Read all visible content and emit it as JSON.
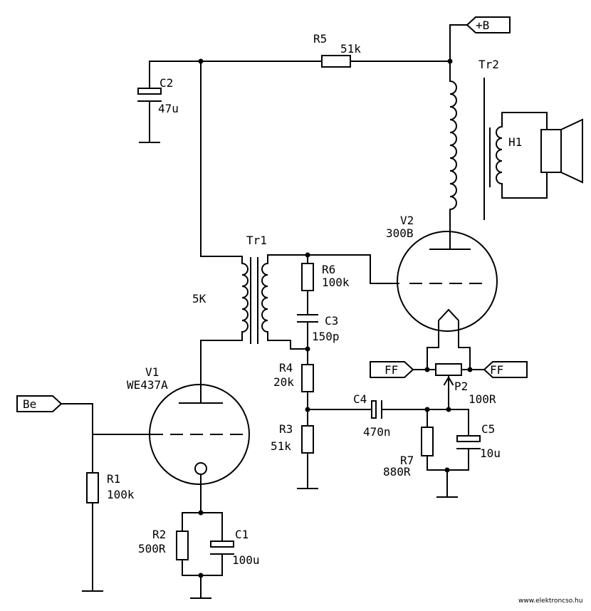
{
  "labels": {
    "R5": "R5",
    "R5_val": "51k",
    "C2": "C2",
    "C2_val": "47u",
    "Tr2": "Tr2",
    "H1": "H1",
    "Tr1": "Tr1",
    "Tr1_imp": "5K",
    "R6": "R6",
    "R6_val": "100k",
    "C3": "C3",
    "C3_val": "150p",
    "V2": "V2",
    "V2_type": "300B",
    "V1": "V1",
    "V1_type": "WE437A",
    "R4": "R4",
    "R4_val": "20k",
    "R3": "R3",
    "R3_val": "51k",
    "C4": "C4",
    "C4_val": "470n",
    "P2": "P2",
    "P2_val": "100R",
    "C5": "C5",
    "C5_val": "10u",
    "R7": "R7",
    "R7_val": "880R",
    "R1": "R1",
    "R1_val": "100k",
    "R2": "R2",
    "R2_val": "500R",
    "C1": "C1",
    "C1_val": "100u"
  },
  "connectors": {
    "plus_b": "+B",
    "input": "Be",
    "ff_left": "FF",
    "ff_right": "FF"
  },
  "watermark": "www.elektroncso.hu"
}
